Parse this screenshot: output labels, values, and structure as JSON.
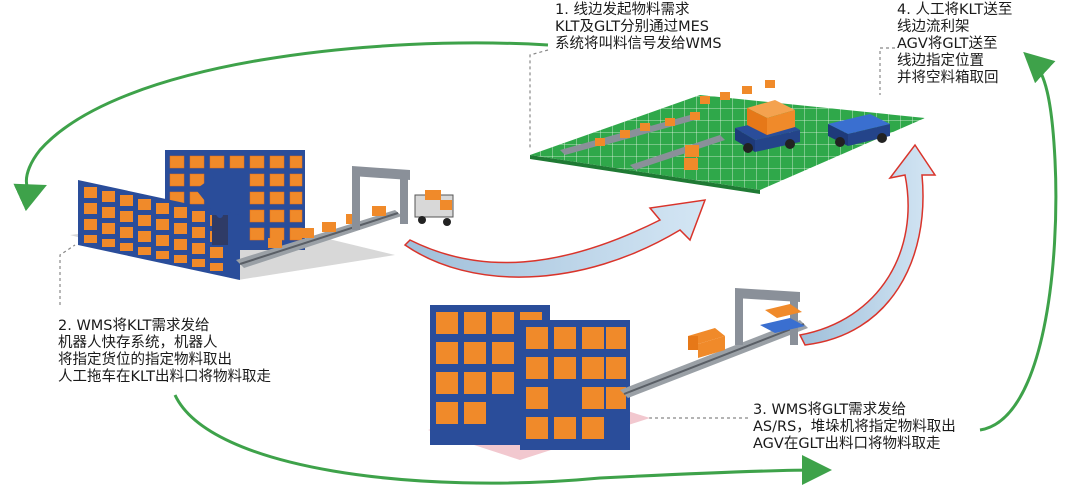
{
  "steps": [
    {
      "lines": [
        "1. 线边发起物料需求",
        "KLT及GLT分别通过MES",
        "系统将叫料信号发给WMS"
      ]
    },
    {
      "lines": [
        "2. WMS将KLT需求发给",
        "机器人快存系统，机器人",
        "将指定货位的指定物料取出",
        "人工拖车在KLT出料口将物料取走"
      ]
    },
    {
      "lines": [
        "3. WMS将GLT需求发给",
        "AS/RS，堆垛机将指定物料取出",
        "AGV在GLT出料口将物料取走"
      ]
    },
    {
      "lines": [
        "4. 人工将KLT送至",
        "线边流利架",
        "AGV将GLT送至",
        "线边指定位置",
        "并将空料箱取回"
      ]
    }
  ],
  "colors": {
    "rack_frame": "#2a4d9a",
    "box": "#f08a2a",
    "floor_green": "#2fa84a",
    "cycle_arrow": "#3ea24a",
    "flow_arrow_fill": "#b8d6ec",
    "flow_arrow_edge": "#d9342b",
    "pink_floor": "#f2c8cf"
  }
}
